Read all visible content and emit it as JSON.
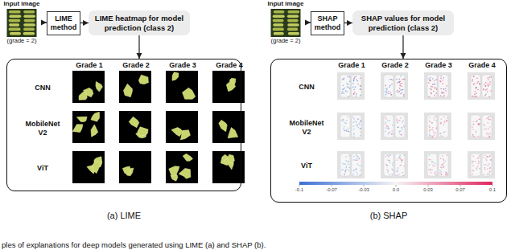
{
  "diagram": {
    "caption": "ples of explanations for deep models generated using LIME (a) and SHAP (b).",
    "nodes": [
      {
        "text": [
          "Input image",
          "(grade = 2)"
        ]
      },
      {
        "text": [
          "LIME method"
        ]
      },
      {
        "text": [
          "LIME heatmap for model prediction (class 2)"
        ]
      },
      {
        "text": [
          "Grade 1",
          "Grade 2",
          "Grade 3",
          "Grade 4",
          "CNN",
          "MobileNet V2",
          "ViT"
        ]
      },
      {
        "text": [
          "Input image",
          "(grade = 2)"
        ]
      },
      {
        "text": [
          "SHAP method"
        ]
      },
      {
        "text": [
          "SHAP values for model prediction (class 2)"
        ]
      },
      {
        "text": [
          "Grade 1",
          "Grade 2",
          "Grade 3",
          "Grade 4",
          "CNN",
          "MobileNet V2",
          "ViT"
        ]
      }
    ],
    "edges": [
      {
        "from": 0,
        "to": 1,
        "arrow": "to"
      },
      {
        "from": 1,
        "to": 2,
        "arrow": "to"
      },
      {
        "from": 2,
        "to": 3,
        "arrow": "to"
      },
      {
        "from": 4,
        "to": 5,
        "arrow": "to"
      },
      {
        "from": 5,
        "to": 6,
        "arrow": "to"
      },
      {
        "from": 6,
        "to": 7,
        "arrow": "to"
      }
    ],
    "labels": [
      "(a) LIME",
      "(b) SHAP",
      "-0.1",
      "-0.07",
      "-0.03",
      "0.0",
      "0.03",
      "0.07",
      "0.1"
    ]
  }
}
